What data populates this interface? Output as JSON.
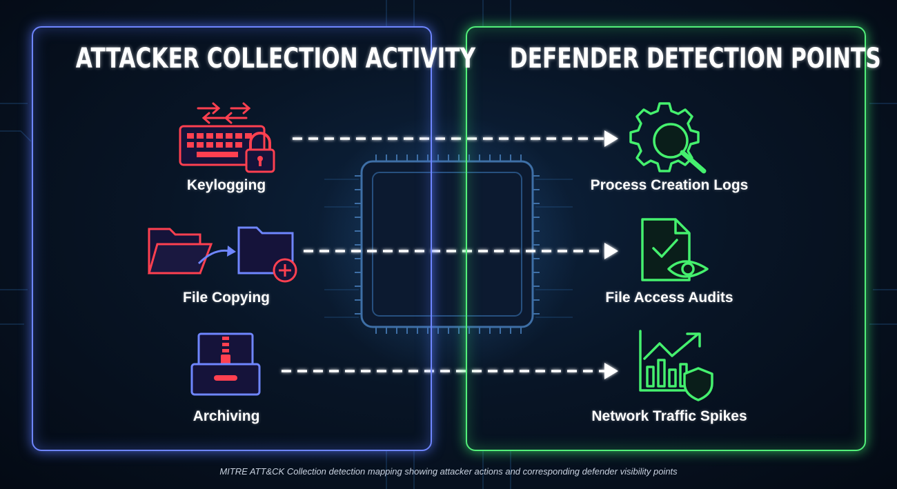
{
  "left_panel": {
    "heading": "ATTACKER COLLECTION ACTIVITY",
    "items": [
      {
        "label": "Keylogging",
        "icon": "keyboard-lock-icon"
      },
      {
        "label": "File Copying",
        "icon": "folder-copy-icon"
      },
      {
        "label": "Archiving",
        "icon": "archive-zip-icon"
      }
    ]
  },
  "right_panel": {
    "heading": "DEFENDER DETECTION POINTS",
    "items": [
      {
        "label": "Process Creation Logs",
        "icon": "gear-magnifier-icon"
      },
      {
        "label": "File Access Audits",
        "icon": "document-eye-icon"
      },
      {
        "label": "Network Traffic Spikes",
        "icon": "chart-shield-icon"
      }
    ]
  },
  "caption": "MITRE ATT&CK Collection detection mapping showing attacker actions and corresponding defender visibility points",
  "colors": {
    "attacker_accent": "#ff4050",
    "attacker_border": "#6f86ff",
    "defender_accent": "#45f06e",
    "arrow": "#ffffff"
  }
}
